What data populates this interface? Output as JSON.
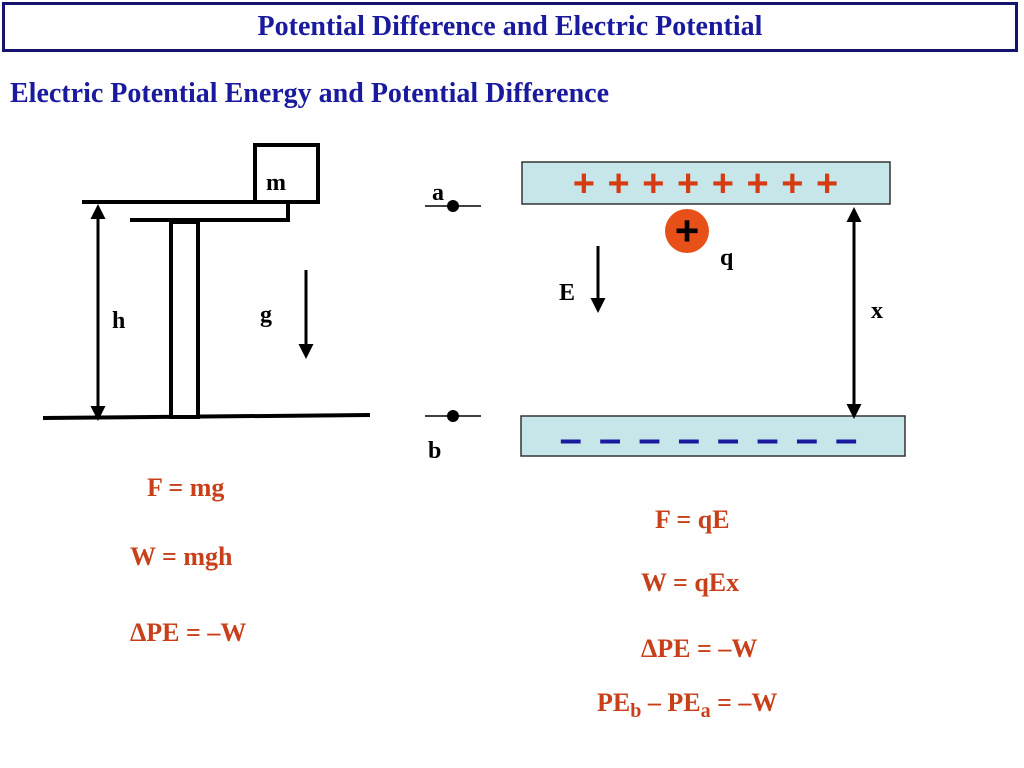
{
  "header": {
    "title": "Potential Difference and Electric Potential",
    "subtitle": "Electric Potential Energy and Potential Difference"
  },
  "gravity_diagram": {
    "mass_label": "m",
    "height_label": "h",
    "gravity_label": "g"
  },
  "field_diagram": {
    "point_a_label": "a",
    "point_b_label": "b",
    "charge_label": "q",
    "field_label": "E",
    "distance_label": "x",
    "positive_plate_signs": "+ + + + + + + +",
    "negative_plate_signs": "– – – – – – – –",
    "charge_sign": "+"
  },
  "equations_left": {
    "force": "F = mg",
    "work": "W = mgh",
    "delta_pe": "ΔPE = –W"
  },
  "equations_right": {
    "force": "F = qE",
    "work": "W = qEx",
    "delta_pe": "ΔPE = –W",
    "pe_diff_pe": "PE",
    "pe_diff_sub_b": "b",
    "pe_diff_mid": " – PE",
    "pe_diff_sub_a": "a",
    "pe_diff_end": " = –W"
  },
  "colors": {
    "title_text": "#1a1a9e",
    "title_border": "#14146e",
    "equation_text": "#c8401a",
    "plate_fill": "#c6e6ea",
    "charge_fill": "#e8501a"
  }
}
